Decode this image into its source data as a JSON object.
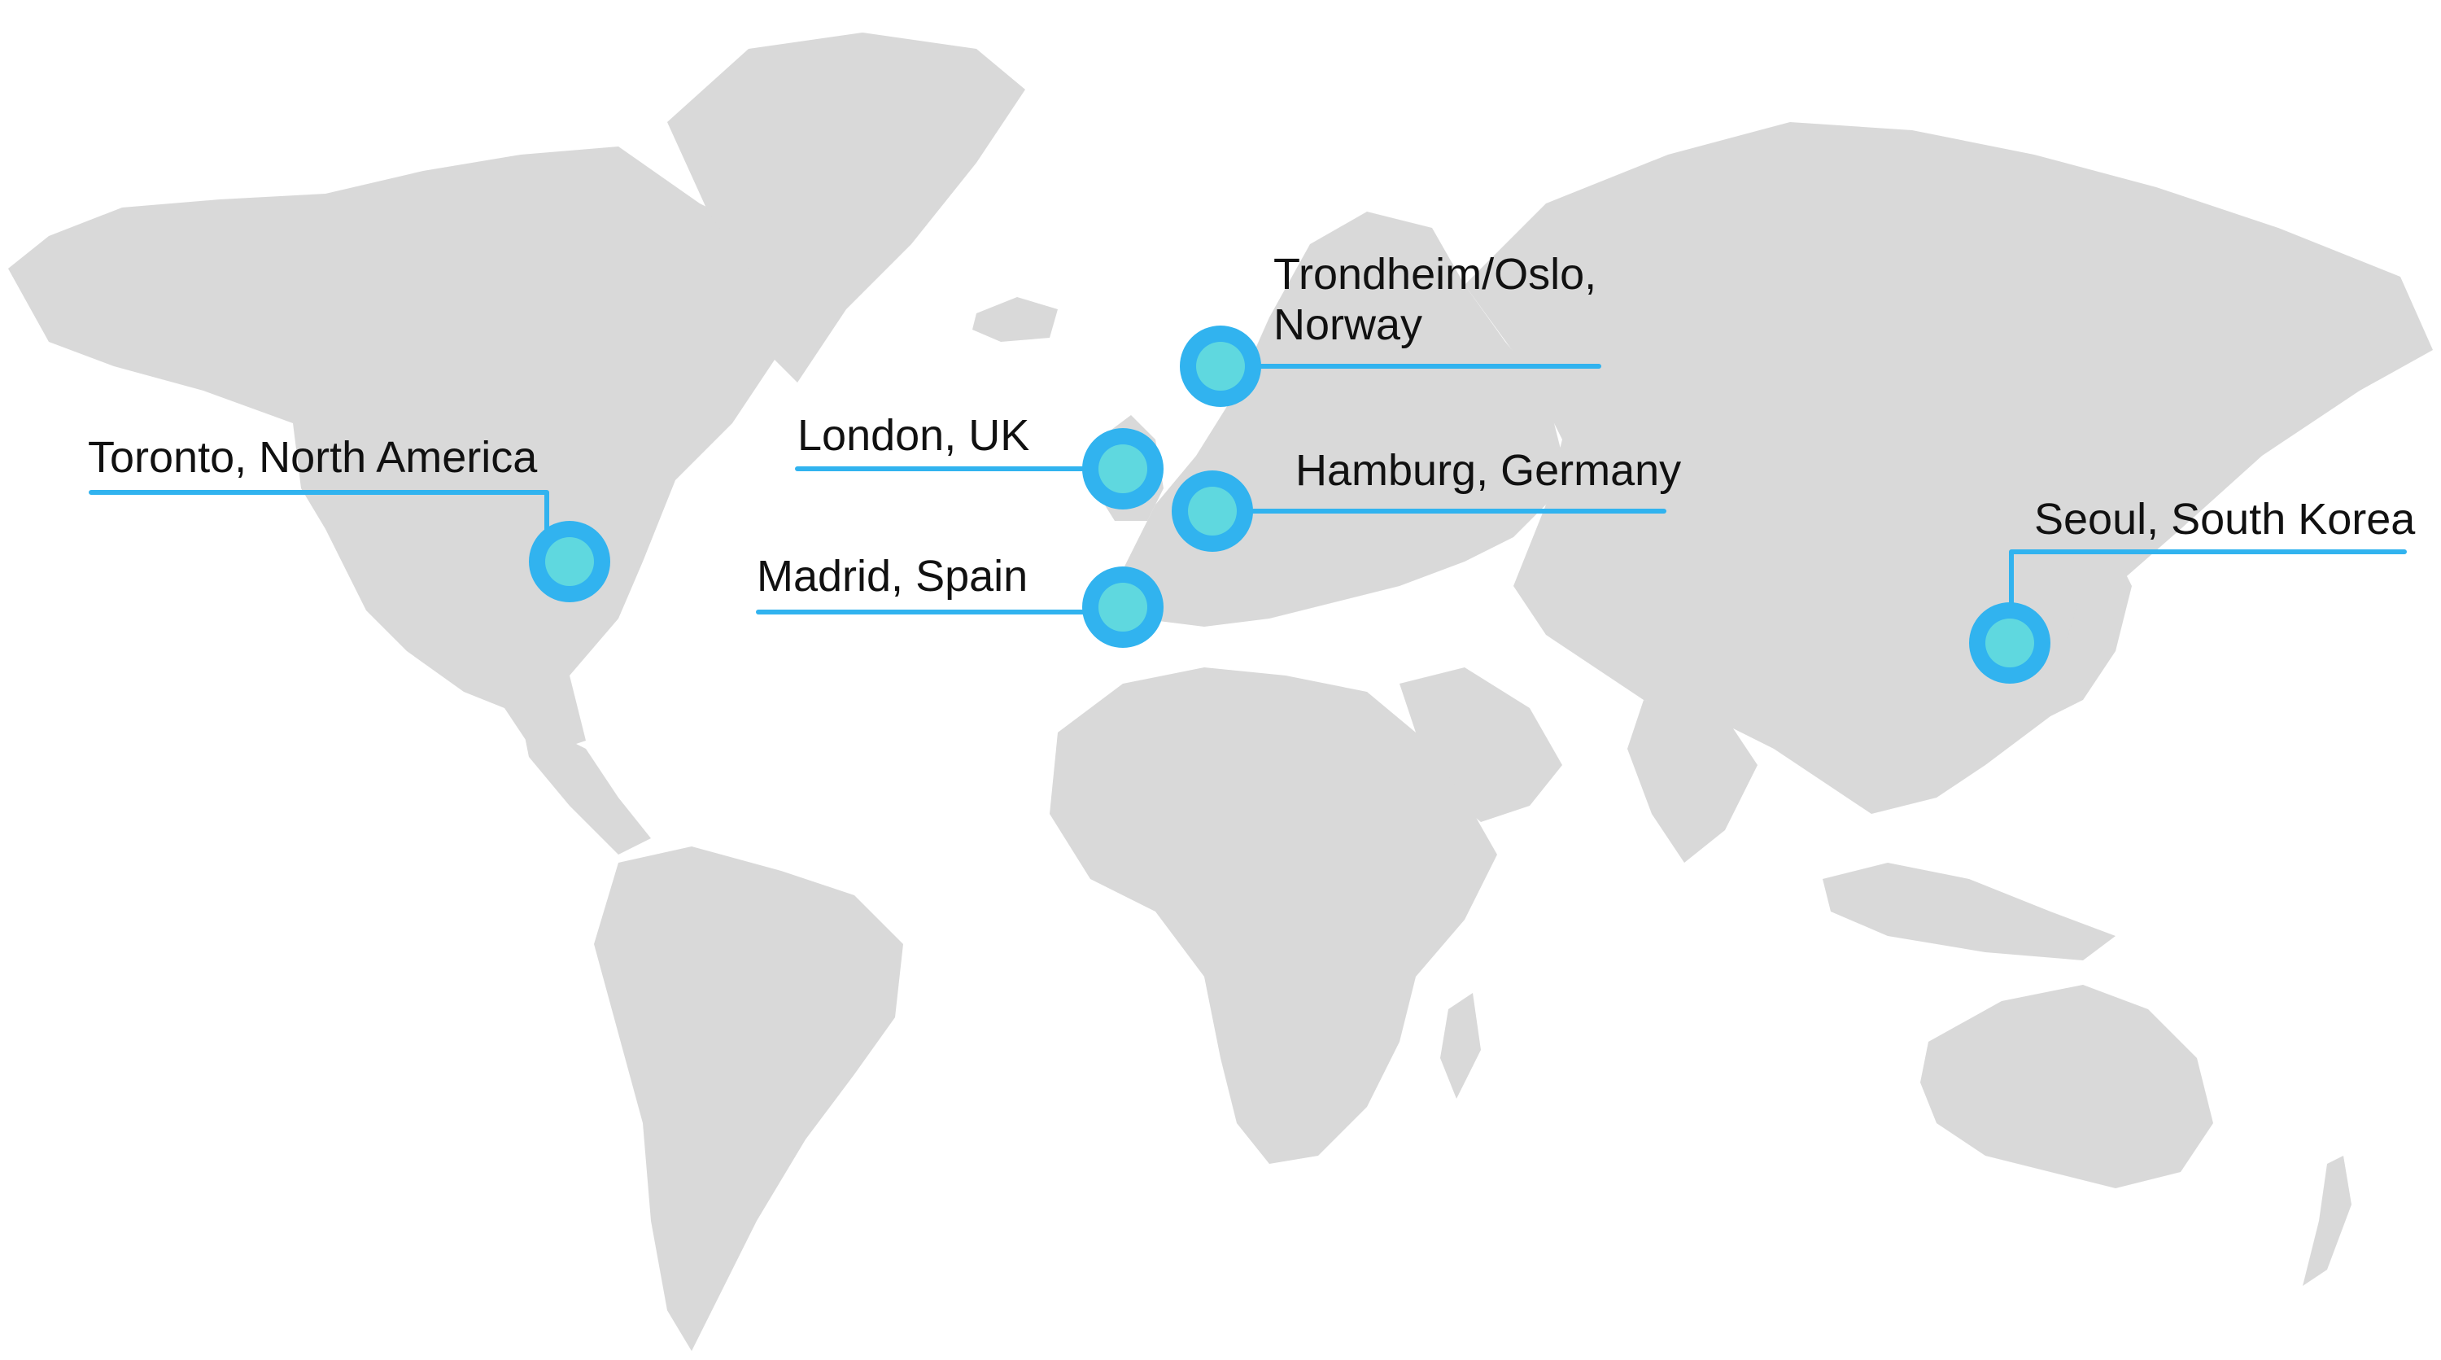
{
  "colors": {
    "land": "#d9d9d9",
    "background": "#ffffff",
    "leader_line": "#31b3ef",
    "marker_ring": "#31b3ef",
    "marker_fill": "#5fd8df",
    "label_text": "#111111"
  },
  "locations": [
    {
      "id": "toronto",
      "label_lines": [
        "Toronto, North America"
      ]
    },
    {
      "id": "london",
      "label_lines": [
        "London, UK"
      ]
    },
    {
      "id": "madrid",
      "label_lines": [
        "Madrid, Spain"
      ]
    },
    {
      "id": "trondheim-oslo",
      "label_lines": [
        "Trondheim/Oslo,",
        "Norway"
      ]
    },
    {
      "id": "hamburg",
      "label_lines": [
        "Hamburg, Germany"
      ]
    },
    {
      "id": "seoul",
      "label_lines": [
        "Seoul, South Korea"
      ]
    }
  ]
}
